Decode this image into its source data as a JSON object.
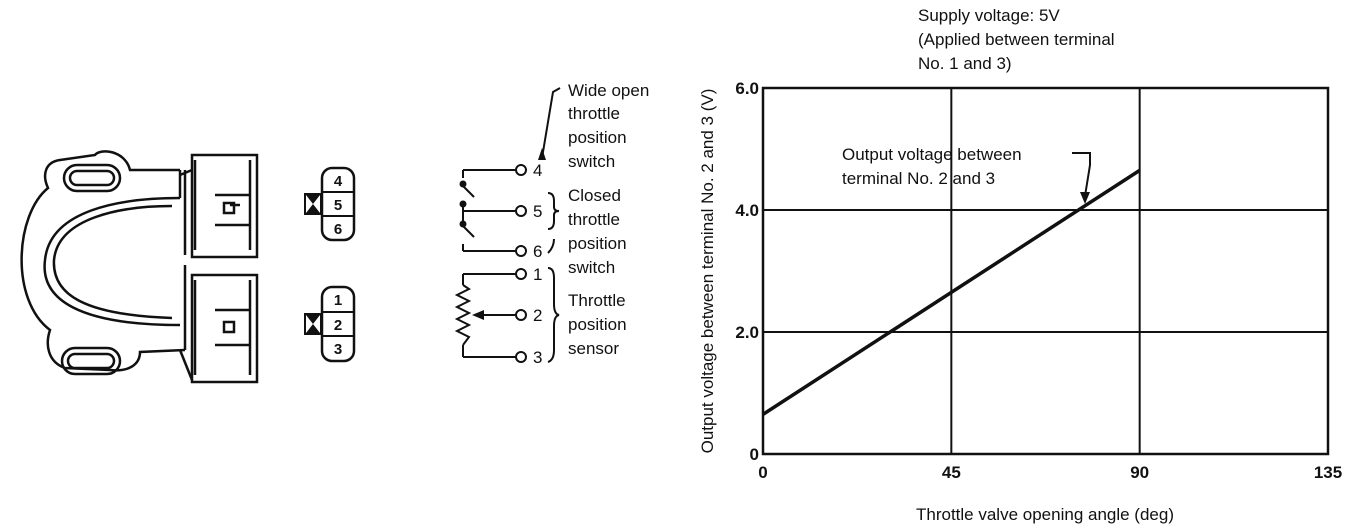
{
  "connector": {
    "upper_pins": [
      "4",
      "5",
      "6"
    ],
    "lower_pins": [
      "1",
      "2",
      "3"
    ]
  },
  "schematic": {
    "terminals": [
      "4",
      "5",
      "6",
      "1",
      "2",
      "3"
    ],
    "labels": {
      "wot": [
        "Wide open",
        "throttle",
        "position",
        "switch"
      ],
      "closed": [
        "Closed",
        "throttle",
        "position",
        "switch"
      ],
      "tps": [
        "Throttle",
        "position",
        "sensor"
      ]
    }
  },
  "chart_data": {
    "type": "line",
    "note": [
      "Supply voltage: 5V",
      "(Applied between terminal",
      "No. 1 and 3)"
    ],
    "xlabel": "Throttle valve opening angle (deg)",
    "ylabel": "Output voltage between terminal No. 2 and 3 (V)",
    "xlim": [
      0,
      135
    ],
    "ylim": [
      0,
      6.0
    ],
    "xticks": [
      "0",
      "45",
      "90",
      "135"
    ],
    "yticks": [
      "0",
      "2.0",
      "4.0",
      "6.0"
    ],
    "grid": true,
    "series": [
      {
        "name": "Output voltage between terminal No. 2 and 3",
        "x": [
          0,
          90
        ],
        "y": [
          0.65,
          4.65
        ]
      }
    ],
    "annotation": [
      "Output voltage between",
      "terminal No. 2 and 3"
    ]
  }
}
